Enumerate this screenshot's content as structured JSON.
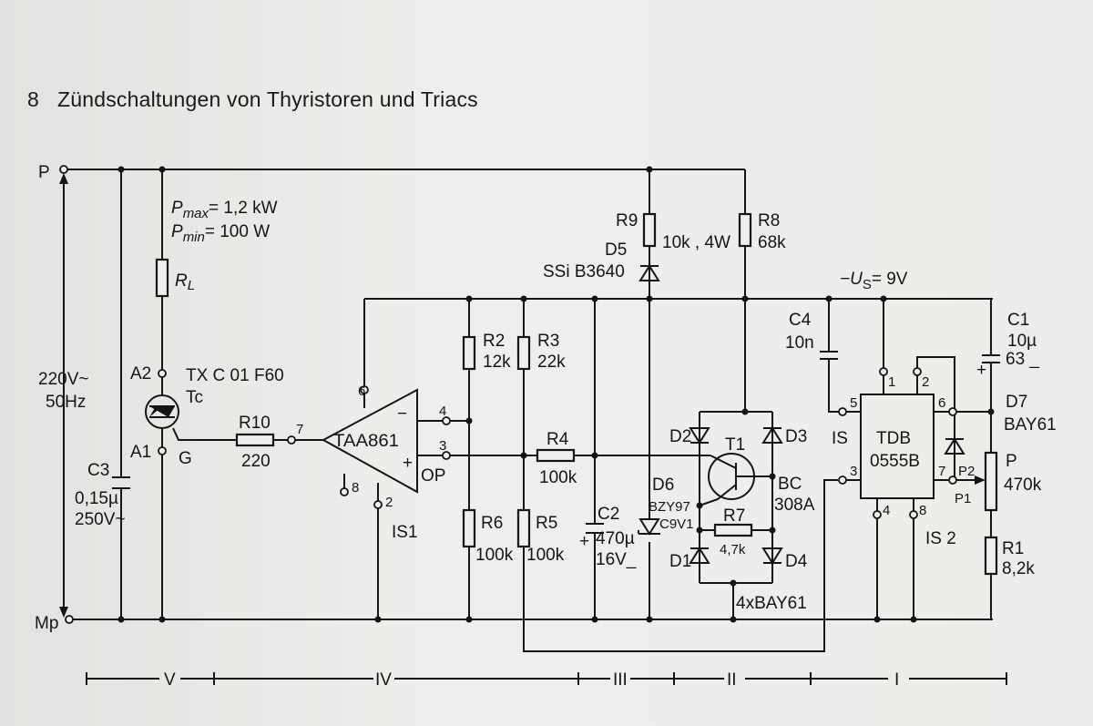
{
  "page": {
    "chapter_number": "8",
    "title": "Zündschaltungen von Thyristoren und Triacs"
  },
  "nodes": {
    "p": "P",
    "mp": "Mp",
    "supply": "−U",
    "supply_sub": "S",
    "supply_val": "= 9V"
  },
  "mains": {
    "voltage": "220V~",
    "freq": "50Hz"
  },
  "power": {
    "pmax": "P",
    "pmax_sub": "max",
    "pmax_val": "= 1,2 kW",
    "pmin": "P",
    "pmin_sub": "min",
    "pmin_val": "= 100 W"
  },
  "components": {
    "c3": {
      "name": "C3",
      "value": "0,15µ",
      "rating": "250V~"
    },
    "rl": {
      "name": "R",
      "sub": "L"
    },
    "triac": {
      "a2": "A2",
      "a1": "A1",
      "g": "G",
      "type": "TX C 01 F60",
      "tc": "Tc"
    },
    "r10": {
      "name": "R10",
      "value": "220"
    },
    "is1": {
      "type": "TAA861",
      "name": "IS1",
      "op": "OP",
      "minus": "−",
      "plus": "+",
      "pins": [
        "6",
        "4",
        "3",
        "7",
        "8",
        "2"
      ]
    },
    "r2": {
      "name": "R2",
      "value": "12k"
    },
    "r3": {
      "name": "R3",
      "value": "22k"
    },
    "r4": {
      "name": "R4",
      "value": "100k"
    },
    "r5": {
      "name": "R5",
      "value": "100k"
    },
    "r6": {
      "name": "R6",
      "value": "100k"
    },
    "c2": {
      "name": "C2",
      "value": "470µ",
      "rating": "16V_",
      "plus": "+"
    },
    "r9": {
      "name": "R9",
      "value": "10k , 4W"
    },
    "d5": {
      "name": "D5",
      "type": "SSi B3640"
    },
    "d6": {
      "name": "D6",
      "type": "BZY97",
      "type2": "C9V1"
    },
    "r8": {
      "name": "R8",
      "value": "68k"
    },
    "t1": {
      "name": "T1",
      "type": "BC",
      "type2": "308A"
    },
    "r7": {
      "name": "R7",
      "value": "4,7k"
    },
    "diodes": {
      "d1": "D1",
      "d2": "D2",
      "d3": "D3",
      "d4": "D4",
      "type": "4xBAY61"
    },
    "c4": {
      "name": "C4",
      "value": "10n"
    },
    "is2": {
      "name": "IS 2",
      "label": "IS",
      "type": "TDB",
      "type2": "0555B",
      "pins": [
        "1",
        "2",
        "5",
        "3",
        "4",
        "8",
        "6",
        "7"
      ]
    },
    "c1": {
      "name": "C1",
      "value": "10µ",
      "rating": "63 _",
      "plus": "+"
    },
    "d7": {
      "name": "D7",
      "type": "BAY61"
    },
    "p": {
      "name": "P",
      "value": "470k",
      "p1": "P1",
      "p2": "P2"
    },
    "r1": {
      "name": "R1",
      "value": "8,2k"
    }
  },
  "sections": [
    "V",
    "IV",
    "III",
    "II",
    "I"
  ]
}
